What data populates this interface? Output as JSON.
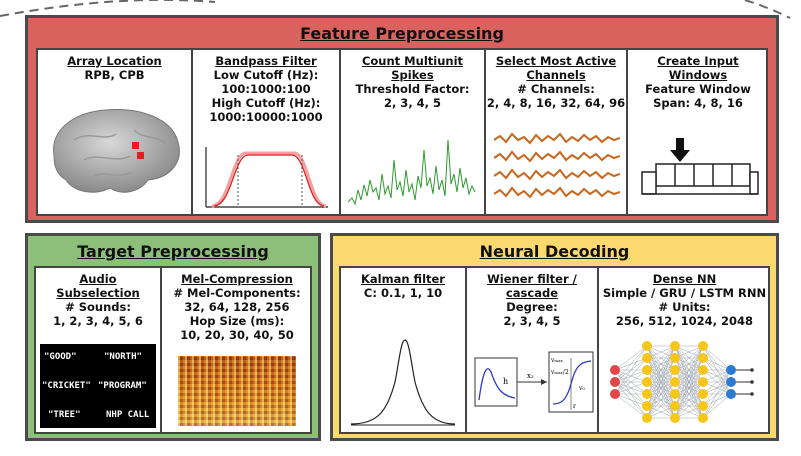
{
  "feature": {
    "title": "Feature Preprocessing",
    "color": "#d9625f",
    "cards": [
      {
        "title": "Array Location",
        "lines": [
          "RPB, CPB"
        ]
      },
      {
        "title": "Bandpass Filter",
        "lines": [
          "Low Cutoff (Hz):",
          "100:1000:100",
          "High Cutoff (Hz):",
          "1000:10000:1000"
        ]
      },
      {
        "title": "Count Multiunit Spikes",
        "title_lines": [
          "Count Multiunit",
          "Spikes"
        ],
        "lines": [
          "Threshold Factor:",
          "2, 3, 4, 5"
        ]
      },
      {
        "title": "Select Most Active Channels",
        "title_lines": [
          "Select Most Active",
          "Channels"
        ],
        "lines": [
          "# Channels:",
          "2, 4, 8, 16, 32, 64, 96"
        ]
      },
      {
        "title": "Create Input Windows",
        "title_lines": [
          "Create Input",
          "Windows"
        ],
        "lines": [
          "Feature Window",
          "Span: 4, 8, 16"
        ]
      }
    ]
  },
  "target": {
    "title": "Target Preprocessing",
    "color": "#8cc07a",
    "cards": [
      {
        "title_lines": [
          "Audio",
          "Subselection"
        ],
        "lines": [
          "# Sounds:",
          "1, 2, 3, 4, 5, 6"
        ]
      },
      {
        "title": "Mel-Compression",
        "lines": [
          "# Mel-Components:",
          "32, 64, 128, 256",
          "Hop Size (ms):",
          "10, 20, 30, 40, 50"
        ]
      }
    ],
    "sounds": [
      "\"GOOD\"",
      "\"NORTH\"",
      "\"CRICKET\"",
      "\"PROGRAM\"",
      "\"TREE\"",
      "NHP CALL"
    ]
  },
  "neural": {
    "title": "Neural Decoding",
    "color": "#fcd96e",
    "cards": [
      {
        "title": "Kalman filter",
        "lines": [
          "C: 0.1, 1, 10"
        ]
      },
      {
        "title_lines": [
          "Wiener filter /",
          "cascade"
        ],
        "lines": [
          "Degree:",
          "2, 3, 4, 5"
        ]
      },
      {
        "title": "Dense NN",
        "lines": [
          "Simple / GRU / LSTM RNN",
          "# Units:",
          "256, 512, 1024, 2048"
        ]
      }
    ],
    "wiener_labels": {
      "h": "h",
      "x2": "x₂",
      "vmax": "vₘₐₓ",
      "vmax2": "vₘₐₓ/2",
      "v0": "v₀",
      "r": "r"
    }
  }
}
